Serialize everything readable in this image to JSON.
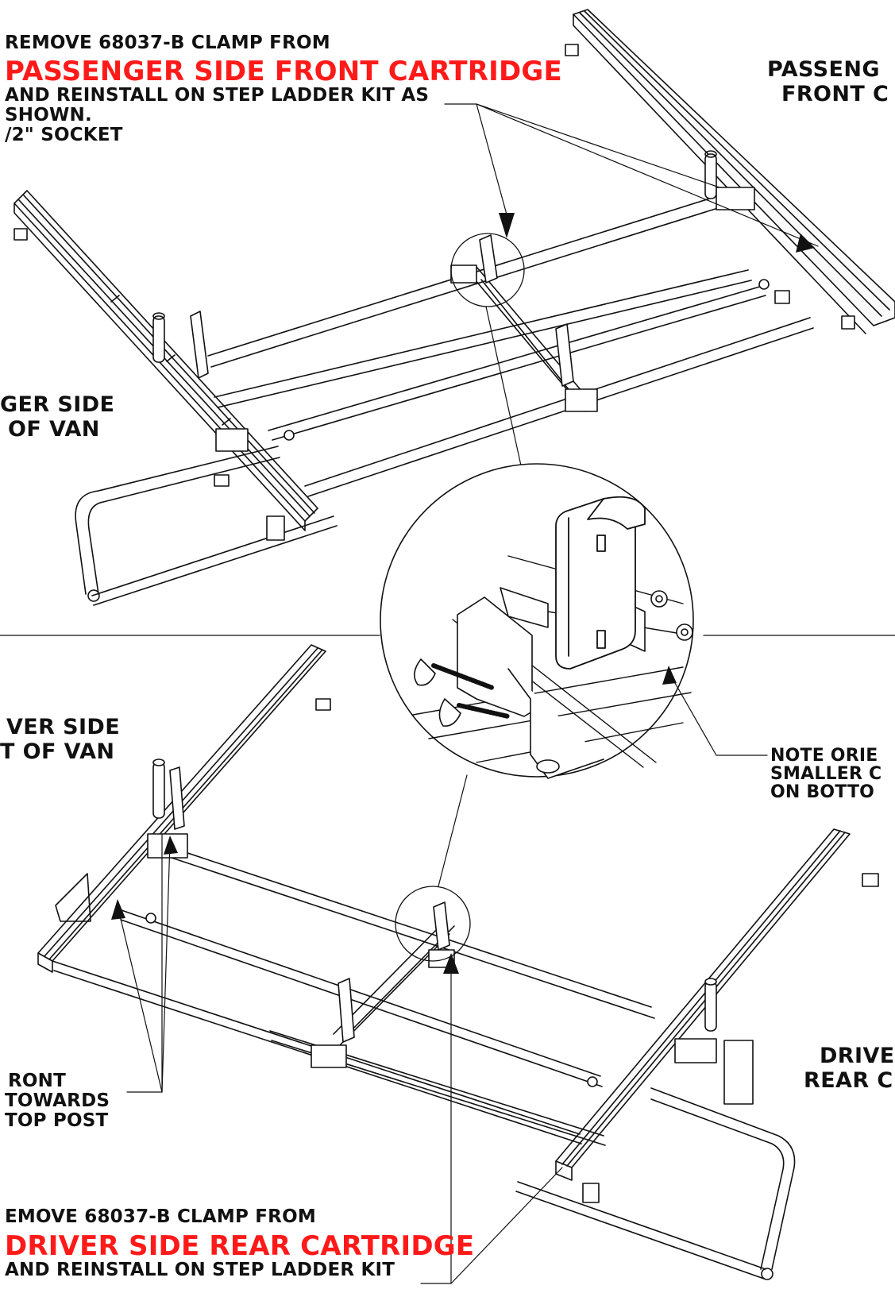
{
  "colors": {
    "ink": "#111111",
    "highlight": "#ff1a1a",
    "background": "#ffffff"
  },
  "top_instruction": {
    "line1": "REMOVE 68037-B CLAMP FROM",
    "highlight": "PASSENGER SIDE FRONT CARTRIDGE",
    "line3": "AND REINSTALL ON STEP LADDER KIT AS",
    "line4": "SHOWN.",
    "line5": "/2\" SOCKET"
  },
  "labels": {
    "passenger_front_line1": "PASSENG",
    "passenger_front_line2": "FRONT C",
    "passenger_rear_line1": "GER SIDE",
    "passenger_rear_line2": "OF VAN",
    "driver_front_line1": "VER SIDE",
    "driver_front_line2": "T OF VAN",
    "driver_rear_line1": "DRIVE",
    "driver_rear_line2": "REAR C",
    "note_line1": "NOTE ORIE",
    "note_line2": "SMALLER C",
    "note_line3": "ON BOTTO",
    "front_line1": "RONT",
    "front_line2": "TOWARDS",
    "front_line3": "TOP POST"
  },
  "bottom_instruction": {
    "line1": "EMOVE 68037-B CLAMP FROM",
    "highlight": "DRIVER SIDE REAR CARTRIDGE",
    "line3": "AND REINSTALL ON STEP LADDER KIT"
  }
}
